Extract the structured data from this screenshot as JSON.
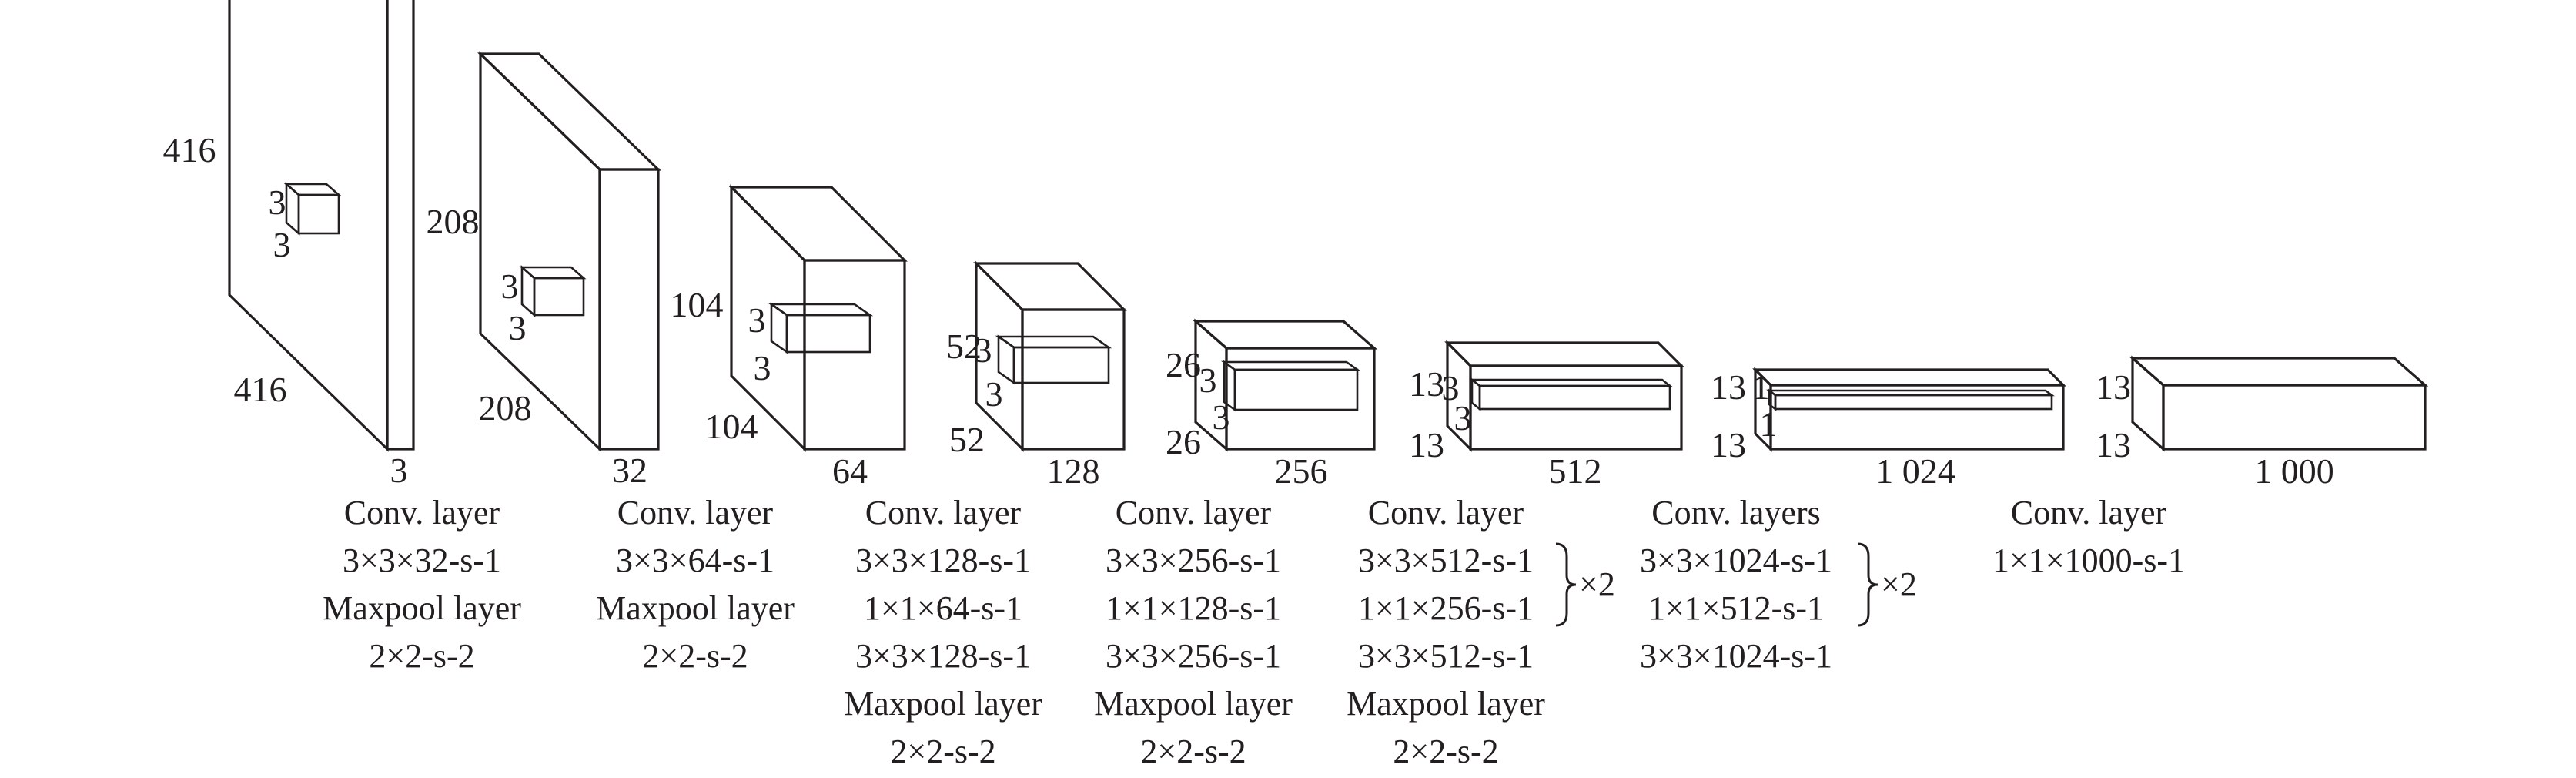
{
  "blocks": [
    {
      "size_h": "416",
      "size_d": "416",
      "channels": "3",
      "kernel_h": "3",
      "kernel_d": "3",
      "caption": [
        "Conv. layer",
        "3×3×32-s-1",
        "Maxpool layer",
        "2×2-s-2"
      ],
      "repeat": ""
    },
    {
      "size_h": "208",
      "size_d": "208",
      "channels": "32",
      "kernel_h": "3",
      "kernel_d": "3",
      "caption": [
        "Conv. layer",
        "3×3×64-s-1",
        "Maxpool layer",
        "2×2-s-2"
      ],
      "repeat": ""
    },
    {
      "size_h": "104",
      "size_d": "104",
      "channels": "64",
      "kernel_h": "3",
      "kernel_d": "3",
      "caption": [
        "Conv. layer",
        "3×3×128-s-1",
        "1×1×64-s-1",
        "3×3×128-s-1",
        "Maxpool layer",
        "2×2-s-2"
      ],
      "repeat": ""
    },
    {
      "size_h": "52",
      "size_d": "52",
      "channels": "128",
      "kernel_h": "3",
      "kernel_d": "3",
      "caption": [
        "Conv. layer",
        "3×3×256-s-1",
        "1×1×128-s-1",
        "3×3×256-s-1",
        "Maxpool layer",
        "2×2-s-2"
      ],
      "repeat": ""
    },
    {
      "size_h": "26",
      "size_d": "26",
      "channels": "256",
      "kernel_h": "3",
      "kernel_d": "3",
      "caption": [
        "Conv. layer",
        "3×3×512-s-1",
        "1×1×256-s-1",
        "3×3×512-s-1",
        "Maxpool layer",
        "2×2-s-2"
      ],
      "repeat": "×2"
    },
    {
      "size_h": "13",
      "size_d": "13",
      "channels": "512",
      "kernel_h": "3",
      "kernel_d": "3",
      "caption": [
        "Conv. layers",
        "3×3×1024-s-1",
        "1×1×512-s-1",
        "3×3×1024-s-1"
      ],
      "repeat": "×2"
    },
    {
      "size_h": "13",
      "size_d": "13",
      "channels": "1 024",
      "kernel_h": "1",
      "kernel_d": "1",
      "caption": [
        "Conv. layer",
        "1×1×1000-s-1"
      ],
      "repeat": ""
    },
    {
      "size_h": "13",
      "size_d": "13",
      "channels": "1 000",
      "kernel_h": "",
      "kernel_d": "",
      "caption": [],
      "repeat": ""
    }
  ]
}
